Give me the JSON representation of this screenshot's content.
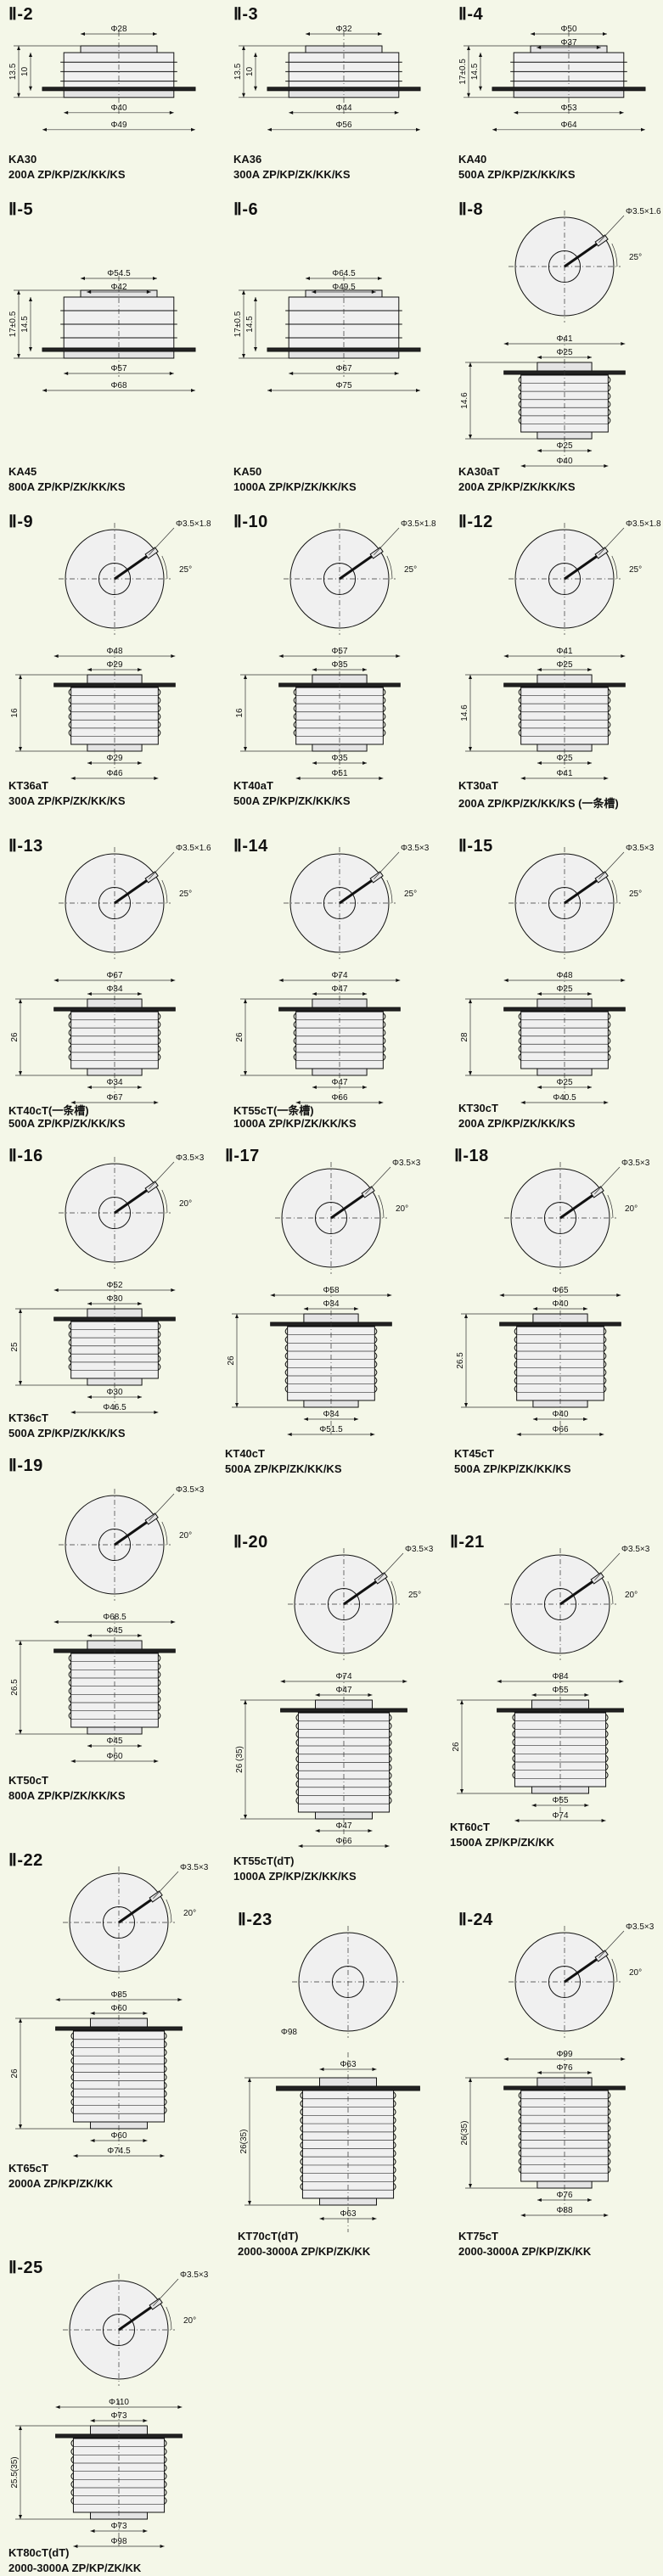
{
  "cells": [
    {
      "title": "Ⅱ-2",
      "model": "KA30",
      "rating": "200A ZP/KP/ZK/KK/KS",
      "top_view": false,
      "dims": [
        "Φ28",
        "Φ40",
        "Φ49"
      ],
      "heights": [
        "13.5",
        "10"
      ],
      "angle": "",
      "pin": ""
    },
    {
      "title": "Ⅱ-3",
      "model": "KA36",
      "rating": "300A ZP/KP/ZK/KK/KS",
      "top_view": false,
      "dims": [
        "Φ32",
        "Φ44",
        "Φ56"
      ],
      "heights": [
        "13.5",
        "10"
      ],
      "angle": "",
      "pin": ""
    },
    {
      "title": "Ⅱ-4",
      "model": "KA40",
      "rating": "500A ZP/KP/ZK/KK/KS",
      "top_view": false,
      "dims": [
        "Φ50",
        "Φ37",
        "Φ53",
        "Φ64"
      ],
      "heights": [
        "17±0.5",
        "14.5"
      ],
      "angle": "",
      "pin": ""
    },
    {
      "title": "Ⅱ-5",
      "model": "KA45",
      "rating": "800A ZP/KP/ZK/KK/KS",
      "top_view": false,
      "dims": [
        "Φ54.5",
        "Φ42",
        "Φ57",
        "Φ68"
      ],
      "heights": [
        "17±0.5",
        "14.5"
      ],
      "angle": "",
      "pin": ""
    },
    {
      "title": "Ⅱ-6",
      "model": "KA50",
      "rating": "1000A ZP/KP/ZK/KK/KS",
      "top_view": false,
      "dims": [
        "Φ64.5",
        "Φ49.5",
        "Φ67",
        "Φ75"
      ],
      "heights": [
        "17±0.5",
        "14.5"
      ],
      "angle": "",
      "pin": ""
    },
    {
      "title": "Ⅱ-8",
      "model": "KA30aT",
      "rating": "200A ZP/KP/ZK/KK/KS",
      "top_view": true,
      "dims": [
        "Φ41",
        "Φ25",
        "Φ25",
        "Φ40"
      ],
      "heights": [
        "14.6"
      ],
      "angle": "25°",
      "pin": "Φ3.5×1.6"
    },
    {
      "title": "Ⅱ-9",
      "model": "KT36aT",
      "rating": "300A ZP/KP/ZK/KK/KS",
      "top_view": true,
      "dims": [
        "Φ48",
        "Φ29",
        "Φ29",
        "Φ46"
      ],
      "heights": [
        "16"
      ],
      "angle": "25°",
      "pin": "Φ3.5×1.8"
    },
    {
      "title": "Ⅱ-10",
      "model": "KT40aT",
      "rating": "500A ZP/KP/ZK/KK/KS",
      "top_view": true,
      "dims": [
        "Φ57",
        "Φ35",
        "Φ35",
        "Φ51"
      ],
      "heights": [
        "16"
      ],
      "angle": "25°",
      "pin": "Φ3.5×1.8"
    },
    {
      "title": "Ⅱ-12",
      "model": "KT30aT",
      "rating": "200A ZP/KP/ZK/KK/KS (一条槽)",
      "top_view": true,
      "dims": [
        "Φ41",
        "Φ25",
        "Φ25",
        "Φ41"
      ],
      "heights": [
        "14.6"
      ],
      "angle": "25°",
      "pin": "Φ3.5×1.8"
    },
    {
      "title": "Ⅱ-13",
      "model": "KT40cT(一条槽)",
      "rating": "500A ZP/KP/ZK/KK/KS",
      "top_view": true,
      "dims": [
        "Φ67",
        "Φ34",
        "Φ34",
        "Φ67"
      ],
      "heights": [
        "26"
      ],
      "angle": "25°",
      "pin": "Φ3.5×1.6"
    },
    {
      "title": "Ⅱ-14",
      "model": "KT55cT(一条槽)",
      "rating": "1000A ZP/KP/ZK/KK/KS",
      "top_view": true,
      "dims": [
        "Φ74",
        "Φ47",
        "Φ47",
        "Φ66"
      ],
      "heights": [
        "26"
      ],
      "angle": "25°",
      "pin": "Φ3.5×3"
    },
    {
      "title": "Ⅱ-15",
      "model": "KT30cT",
      "rating": "200A ZP/KP/ZK/KK/KS",
      "top_view": true,
      "dims": [
        "Φ48",
        "Φ25",
        "Φ25",
        "Φ40.5"
      ],
      "heights": [
        "28"
      ],
      "angle": "25°",
      "pin": "Φ3.5×3"
    },
    {
      "title": "Ⅱ-16",
      "model": "KT36cT",
      "rating": "500A ZP/KP/ZK/KK/KS",
      "top_view": true,
      "dims": [
        "Φ52",
        "Φ30",
        "Φ30",
        "Φ46.5"
      ],
      "heights": [
        "25"
      ],
      "angle": "20°",
      "pin": "Φ3.5×3"
    },
    {
      "title": "Ⅱ-17",
      "model": "KT40cT",
      "rating": "500A ZP/KP/ZK/KK/KS",
      "top_view": true,
      "dims": [
        "Φ58",
        "Φ34",
        "Φ34",
        "Φ51.5"
      ],
      "heights": [
        "26"
      ],
      "angle": "20°",
      "pin": "Φ3.5×3"
    },
    {
      "title": "Ⅱ-18",
      "model": "KT45cT",
      "rating": "500A ZP/KP/ZK/KK/KS",
      "top_view": true,
      "dims": [
        "Φ65",
        "Φ40",
        "Φ40",
        "Φ66"
      ],
      "heights": [
        "26.5"
      ],
      "angle": "20°",
      "pin": "Φ3.5×3"
    },
    {
      "title": "Ⅱ-19",
      "model": "KT50cT",
      "rating": "800A ZP/KP/ZK/KK/KS",
      "top_view": true,
      "dims": [
        "Φ68.5",
        "Φ45",
        "Φ45",
        "Φ60"
      ],
      "heights": [
        "26.5"
      ],
      "angle": "20°",
      "pin": "Φ3.5×3"
    },
    {
      "title": "Ⅱ-20",
      "model": "KT55cT(dT)",
      "rating": "1000A ZP/KP/ZK/KK/KS",
      "top_view": true,
      "dims": [
        "Φ74",
        "Φ47",
        "Φ47",
        "Φ66"
      ],
      "heights": [
        "26 (35)"
      ],
      "angle": "25°",
      "pin": "Φ3.5×3"
    },
    {
      "title": "Ⅱ-21",
      "model": "KT60cT",
      "rating": "1500A ZP/KP/ZK/KK",
      "top_view": true,
      "dims": [
        "Φ84",
        "Φ55",
        "Φ55",
        "Φ74"
      ],
      "heights": [
        "26"
      ],
      "angle": "20°",
      "pin": "Φ3.5×3"
    },
    {
      "title": "Ⅱ-22",
      "model": "KT65cT",
      "rating": "2000A ZP/KP/ZK/KK",
      "top_view": true,
      "dims": [
        "Φ85",
        "Φ60",
        "Φ60",
        "Φ74.5"
      ],
      "heights": [
        "26"
      ],
      "angle": "20°",
      "pin": "Φ3.5×3"
    },
    {
      "title": "Ⅱ-23",
      "model": "KT70cT(dT)",
      "rating": "2000-3000A ZP/KP/ZK/KK",
      "top_view": true,
      "dims": [
        "Φ98",
        "Φ63",
        "Φ63"
      ],
      "heights": [
        "26(35)"
      ],
      "angle": "",
      "pin": ""
    },
    {
      "title": "Ⅱ-24",
      "model": "KT75cT",
      "rating": "2000-3000A ZP/KP/ZK/KK",
      "top_view": true,
      "dims": [
        "Φ99",
        "Φ76",
        "Φ76",
        "Φ88"
      ],
      "heights": [
        "26(35)"
      ],
      "angle": "20°",
      "pin": "Φ3.5×3"
    },
    {
      "title": "Ⅱ-25",
      "model": "KT80cT(dT)",
      "rating": "2000-3000A ZP/KP/ZK/KK",
      "top_view": true,
      "dims": [
        "Φ110",
        "Φ73",
        "Φ73",
        "Φ98"
      ],
      "heights": [
        "25.5(35)"
      ],
      "angle": "20°",
      "pin": "Φ3.5×3"
    }
  ]
}
